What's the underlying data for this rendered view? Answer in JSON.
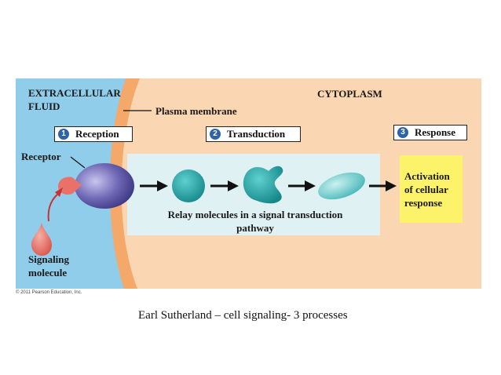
{
  "regions": {
    "extracellular": "EXTRACELLULAR\nFLUID",
    "cytoplasm": "CYTOPLASM",
    "plasma_membrane": "Plasma membrane"
  },
  "steps": [
    {
      "number": "1",
      "label": "Reception"
    },
    {
      "number": "2",
      "label": "Transduction"
    },
    {
      "number": "3",
      "label": "Response"
    }
  ],
  "labels": {
    "receptor": "Receptor",
    "signaling_molecule": "Signaling\nmolecule",
    "relay": "Relay molecules in a signal transduction\npathway",
    "response": "Activation\nof cellular\nresponse"
  },
  "copyright": "© 2011 Pearson Education, Inc.",
  "caption": "Earl Sutherland – cell signaling- 3 processes",
  "colors": {
    "extracellular_bg": "#8fcdea",
    "membrane": "#f4a96a",
    "cytoplasm_bg": "#fbd6b3",
    "relay_panel": "#dff1f3",
    "response_box": "#fdf36b",
    "receptor": "#6e67b3",
    "relay_molecule": "#27a7a8",
    "signal": "#e9716a"
  }
}
